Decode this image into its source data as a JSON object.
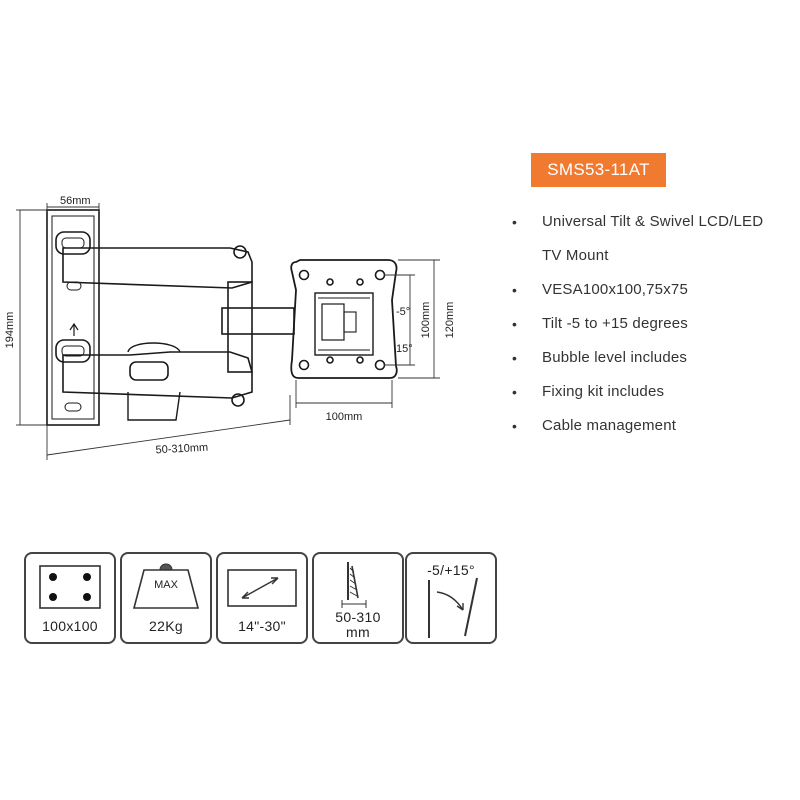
{
  "product": {
    "model": "SMS53-11AT",
    "accent_color": "#f07a30"
  },
  "features": [
    {
      "line1": "Universal Tilt & Swivel LCD/LED",
      "line2": "TV Mount"
    },
    {
      "line1": "VESA100x100,75x75",
      "line2": ""
    },
    {
      "line1": "Tilt -5 to +15 degrees",
      "line2": ""
    },
    {
      "line1": "Bubble level includes",
      "line2": ""
    },
    {
      "line1": "Fixing kit includes",
      "line2": ""
    },
    {
      "line1": "Cable management",
      "line2": ""
    }
  ],
  "bullet_char": "•",
  "dimensions": {
    "wall_plate_width": "56mm",
    "wall_plate_height": "194mm",
    "extension": "50-310mm",
    "vesa_width": "100mm",
    "vesa_height": "100mm",
    "plate_height": "120mm",
    "tilt_up": "-5°",
    "tilt_down": "15°"
  },
  "specs": [
    {
      "name": "vesa",
      "label": "100x100",
      "icon": "vesa-pattern-icon"
    },
    {
      "name": "max-load",
      "label": "22Kg",
      "icon": "weight-icon",
      "badge": "MAX"
    },
    {
      "name": "screen-size",
      "label": "14\"-30\"",
      "icon": "screen-size-icon"
    },
    {
      "name": "wall-distance",
      "label_line1": "50-310",
      "label_line2": "mm",
      "icon": "wall-distance-icon"
    },
    {
      "name": "tilt",
      "label": "-5/+15°",
      "icon": "tilt-icon"
    }
  ]
}
